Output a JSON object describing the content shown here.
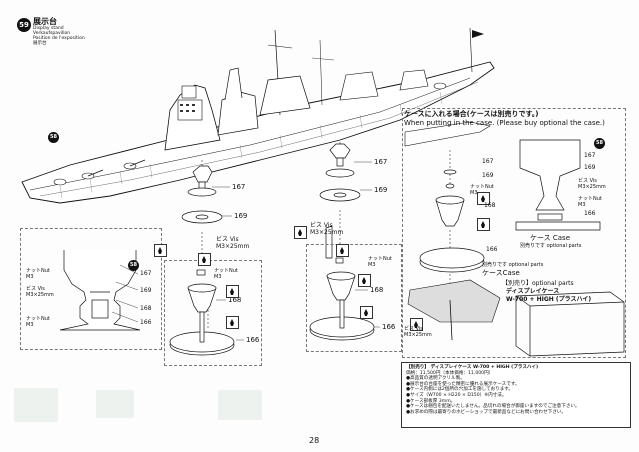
{
  "step": {
    "number": "59",
    "title": "展示台",
    "title_en": "Display stand",
    "title_de": "Verkaufspavillon",
    "title_fr": "Position de l'exposition",
    "title_zh": "展示台"
  },
  "ref_marks": {
    "main": "58",
    "inset": "58",
    "case_right": "58"
  },
  "part_numbers": [
    "167",
    "169",
    "168",
    "166"
  ],
  "labels": {
    "screw": "ビス Vis",
    "screw_spec": "M3×25mm",
    "nut": "ナットNut",
    "nut_spec": "M3"
  },
  "case_section": {
    "title_ja": "ケースに入れる場合(ケースは別売りです。)",
    "title_en": "When putting in the case. (Please buy optional the case.)",
    "case_label": "ケースCase",
    "case_label_ja": "ケース Case",
    "optional_note": "別売りです optional parts",
    "optional_header": "【別売り】optional parts",
    "product_ja": "ディスプレイケース",
    "product_en": "W-700 + HIGH (プラスハイ)"
  },
  "info_box": {
    "title": "【別売り】 ディスプレイケース W-700 + HIGH (プラスハイ)",
    "lines": [
      "価格：11,500円（本体価格：11,000円）",
      "●高品質の透明アクリル製。",
      "●展示台の台座を使った精密に優れる展示ケースです。",
      "●ケース内側には2個所の穴加工を施しております。",
      "●サイズ（W700 × H220 × D150）※内寸法。",
      "●ケース部板厚 3mm。",
      "●ケースは梱包を配送いたしません。品切れの場合が御座いますのでご注意下さい。",
      "●お求めの際は最寄りのホビーショップで最新品などにお問い合わせ下さい。"
    ]
  },
  "page_number": "28",
  "colors": {
    "ink": "#111111",
    "paper": "#fdfdfd",
    "ghost": "#e6ece6"
  }
}
